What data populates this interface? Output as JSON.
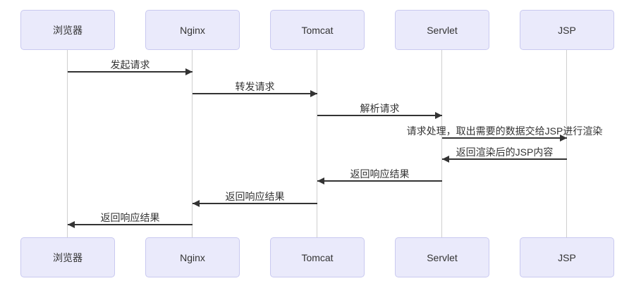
{
  "diagram": {
    "type": "sequence",
    "participants": [
      {
        "id": "browser",
        "label": "浏览器"
      },
      {
        "id": "nginx",
        "label": "Nginx"
      },
      {
        "id": "tomcat",
        "label": "Tomcat"
      },
      {
        "id": "servlet",
        "label": "Servlet"
      },
      {
        "id": "jsp",
        "label": "JSP"
      }
    ],
    "messages": [
      {
        "from": "浏览器",
        "to": "Nginx",
        "direction": "right",
        "label": "发起请求"
      },
      {
        "from": "Nginx",
        "to": "Tomcat",
        "direction": "right",
        "label": "转发请求"
      },
      {
        "from": "Tomcat",
        "to": "Servlet",
        "direction": "right",
        "label": "解析请求"
      },
      {
        "from": "Servlet",
        "to": "JSP",
        "direction": "right",
        "label": "请求处理，取出需要的数据交给JSP进行渲染"
      },
      {
        "from": "JSP",
        "to": "Servlet",
        "direction": "left",
        "label": "返回渲染后的JSP内容"
      },
      {
        "from": "Servlet",
        "to": "Tomcat",
        "direction": "left",
        "label": "返回响应结果"
      },
      {
        "from": "Tomcat",
        "to": "Nginx",
        "direction": "left",
        "label": "返回响应结果"
      },
      {
        "from": "Nginx",
        "to": "浏览器",
        "direction": "left",
        "label": "返回响应结果"
      }
    ],
    "colors": {
      "background": "#ffffff",
      "box_fill": "#eaeafb",
      "box_border": "#c9c9f0",
      "lifeline": "#cfcfcf",
      "arrow": "#333333",
      "text": "#333333"
    }
  }
}
